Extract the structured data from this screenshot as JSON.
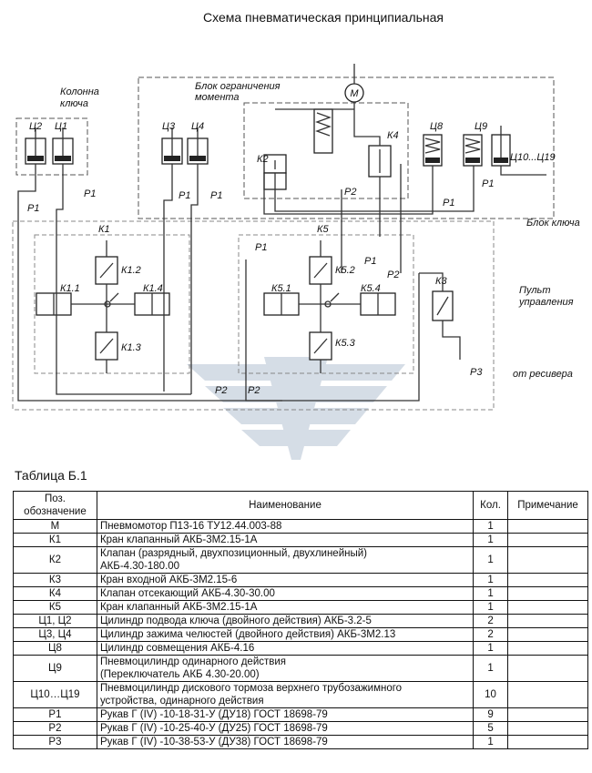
{
  "title": "Схема пневматическая принципиальная",
  "labels": {
    "kolonna": "Колонна\nключа",
    "blok_ogr": "Блок ограничения\nмомента",
    "blok_klyucha": "Блок ключа",
    "pult": "Пульт\nуправления",
    "ot_resivera": "от ресивера",
    "m": "M",
    "c2": "Ц2",
    "c1": "Ц1",
    "c3": "Ц3",
    "c4": "Ц4",
    "c8": "Ц8",
    "c9": "Ц9",
    "c10": "Ц10...Ц19",
    "k1": "К1",
    "k12": "К1.2",
    "k11": "К1.1",
    "k14": "К1.4",
    "k13": "К1.3",
    "k2": "К2",
    "k3": "К3",
    "k4": "К4",
    "k5": "К5",
    "k52": "К5.2",
    "k51": "К5.1",
    "k54": "К5.4",
    "k53": "К5.3",
    "p1": "Р1",
    "p2": "Р2",
    "p3": "Р3"
  },
  "table": {
    "caption": "Таблица Б.1",
    "headers": [
      "Поз.\nобозначение",
      "Наименование",
      "Кол.",
      "Примечание"
    ],
    "rows": [
      {
        "pos": "М",
        "name": "Пневмомотор П13-16  ТУ12.44.003-88",
        "qty": "1",
        "note": ""
      },
      {
        "pos": "К1",
        "name": "Кран клапанный АКБ-3М2.15-1А",
        "qty": "1",
        "note": ""
      },
      {
        "pos": "К2",
        "name": "Клапан (разрядный, двухпозиционный, двухлинейный)\nАКБ-4.30-180.00",
        "qty": "1",
        "note": ""
      },
      {
        "pos": "К3",
        "name": "Кран входной АКБ-3М2.15-6",
        "qty": "1",
        "note": ""
      },
      {
        "pos": "К4",
        "name": "Клапан отсекающий  АКБ-4.30-30.00",
        "qty": "1",
        "note": ""
      },
      {
        "pos": "К5",
        "name": "Кран клапанный АКБ-3М2.15-1А",
        "qty": "1",
        "note": ""
      },
      {
        "pos": "Ц1, Ц2",
        "name": "Цилиндр подвода ключа (двойного действия)  АКБ-3.2-5",
        "qty": "2",
        "note": ""
      },
      {
        "pos": "Ц3, Ц4",
        "name": "Цилиндр зажима челюстей (двойного действия)  АКБ-3М2.13",
        "qty": "2",
        "note": ""
      },
      {
        "pos": "Ц8",
        "name": "Цилиндр совмещения  АКБ-4.16",
        "qty": "1",
        "note": ""
      },
      {
        "pos": "Ц9",
        "name": "Пневмоцилиндр одинарного действия\n(Переключатель АКБ 4.30-20.00)",
        "qty": "1",
        "note": ""
      },
      {
        "pos": "Ц10…Ц19",
        "name": "Пневмоцилиндр дискового тормоза верхнего трубозажимного\nустройства, одинарного действия",
        "qty": "10",
        "note": ""
      },
      {
        "pos": "Р1",
        "name": "Рукав Г (IV) -10-18-31-У (ДУ18)  ГОСТ 18698-79",
        "qty": "9",
        "note": ""
      },
      {
        "pos": "Р2",
        "name": "Рукав Г (IV) -10-25-40-У (ДУ25)  ГОСТ 18698-79",
        "qty": "5",
        "note": ""
      },
      {
        "pos": "Р3",
        "name": "Рукав Г (IV) -10-38-53-У (ДУ38)  ГОСТ 18698-79",
        "qty": "1",
        "note": ""
      }
    ]
  }
}
